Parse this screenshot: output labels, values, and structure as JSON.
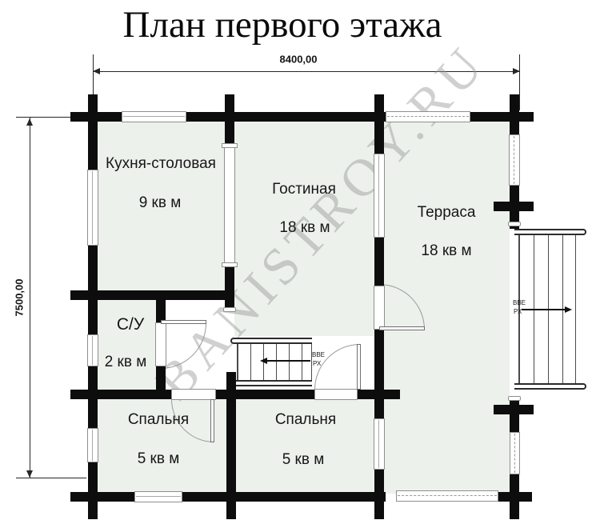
{
  "title": "План первого этажа",
  "watermark": "BANISTROY.RU",
  "dimensions": {
    "width_label": "8400,00",
    "height_label": "7500,00"
  },
  "rooms": [
    {
      "id": "kitchen",
      "name": "Кухня-столовая",
      "area": "9 кв м"
    },
    {
      "id": "living",
      "name": "Гостиная",
      "area": "18 кв м"
    },
    {
      "id": "terrace",
      "name": "Терраса",
      "area": "18 кв м"
    },
    {
      "id": "bathroom",
      "name": "С/У",
      "area": "2 кв м"
    },
    {
      "id": "bedroom1",
      "name": "Спальня",
      "area": "5 кв м"
    },
    {
      "id": "bedroom2",
      "name": "Спальня",
      "area": "5 кв м"
    }
  ],
  "stair_label": {
    "line1": "ВВЕ",
    "line2": "РХ"
  },
  "colors": {
    "room_fill": "#ecf1ec",
    "wall": "#0d0d0d",
    "watermark": "#969696"
  }
}
